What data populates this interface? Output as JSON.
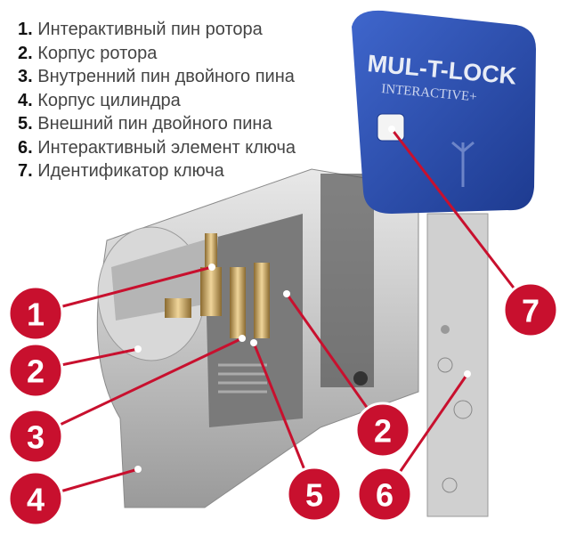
{
  "legend": [
    {
      "num": "1.",
      "label": "Интерактивный пин ротора"
    },
    {
      "num": "2.",
      "label": "Корпус ротора"
    },
    {
      "num": "3.",
      "label": "Внутренний пин двойного пина"
    },
    {
      "num": "4.",
      "label": "Корпус цилиндра"
    },
    {
      "num": "5.",
      "label": "Внешний пин двойного пина"
    },
    {
      "num": "6.",
      "label": "Интерактивный элемент ключа"
    },
    {
      "num": "7.",
      "label": "Идентификатор ключа"
    }
  ],
  "key": {
    "brand": "MUL-T-LOCK",
    "series": "INTERACTIVE+"
  },
  "markers": [
    "1",
    "2",
    "3",
    "4",
    "2",
    "5",
    "6",
    "7"
  ],
  "colors": {
    "marker": "#c8102e",
    "key_head": "#2c4fb0",
    "metal": "#c9c9c9"
  }
}
